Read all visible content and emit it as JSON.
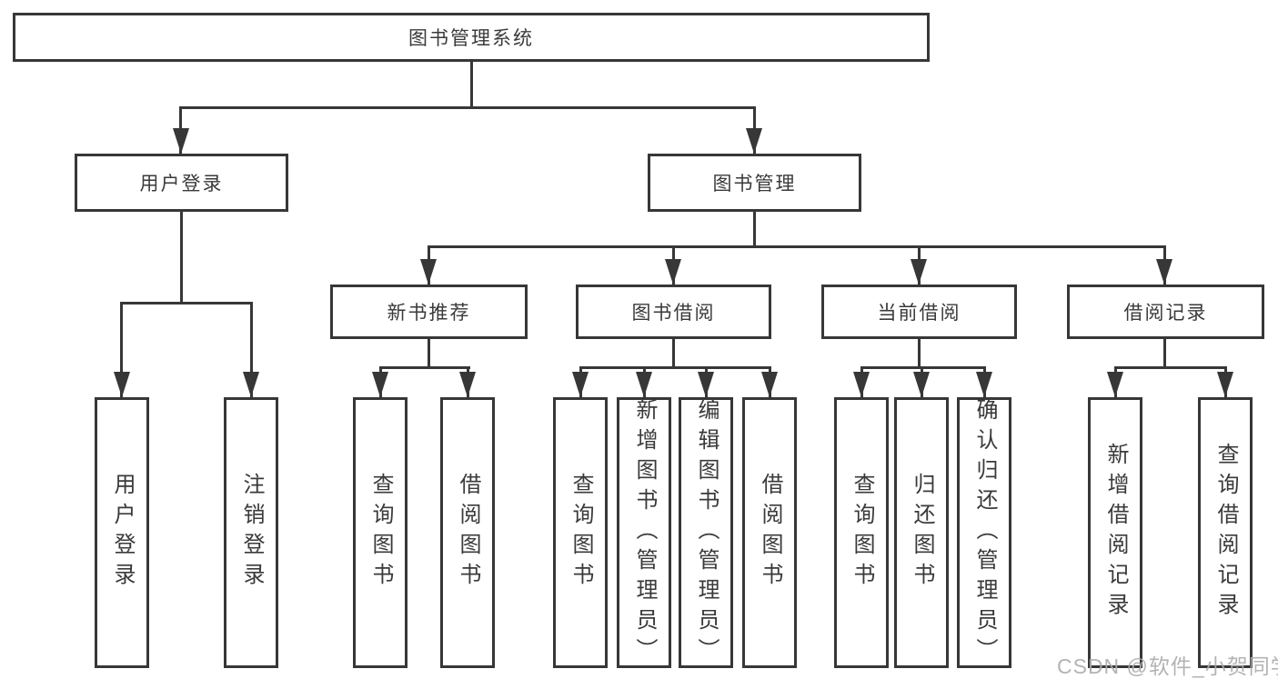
{
  "colors": {
    "line": "#373737",
    "box_border": "#373737",
    "box_background": "#ffffff",
    "text": "#3a3a3a",
    "watermark": "#ababab",
    "page_background": "#ffffff"
  },
  "tree": {
    "root": {
      "label": "图书管理系统"
    },
    "branches": [
      {
        "label": "用户登录",
        "children": [
          {
            "label": "用户登录"
          },
          {
            "label": "注销登录"
          }
        ]
      },
      {
        "label": "图书管理",
        "children": [
          {
            "label": "新书推荐",
            "children": [
              {
                "label": "查询图书"
              },
              {
                "label": "借阅图书"
              }
            ]
          },
          {
            "label": "图书借阅",
            "children": [
              {
                "label": "查询图书"
              },
              {
                "label": "新增图书（管理员）"
              },
              {
                "label": "编辑图书（管理员）"
              },
              {
                "label": "借阅图书"
              }
            ]
          },
          {
            "label": "当前借阅",
            "children": [
              {
                "label": "查询图书"
              },
              {
                "label": "归还图书"
              },
              {
                "label": "确认归还（管理员）"
              }
            ]
          },
          {
            "label": "借阅记录",
            "children": [
              {
                "label": "新增借阅记录"
              },
              {
                "label": "查询借阅记录"
              }
            ]
          }
        ]
      }
    ]
  },
  "watermark": {
    "text": "CSDN @软件_小贺同学"
  }
}
